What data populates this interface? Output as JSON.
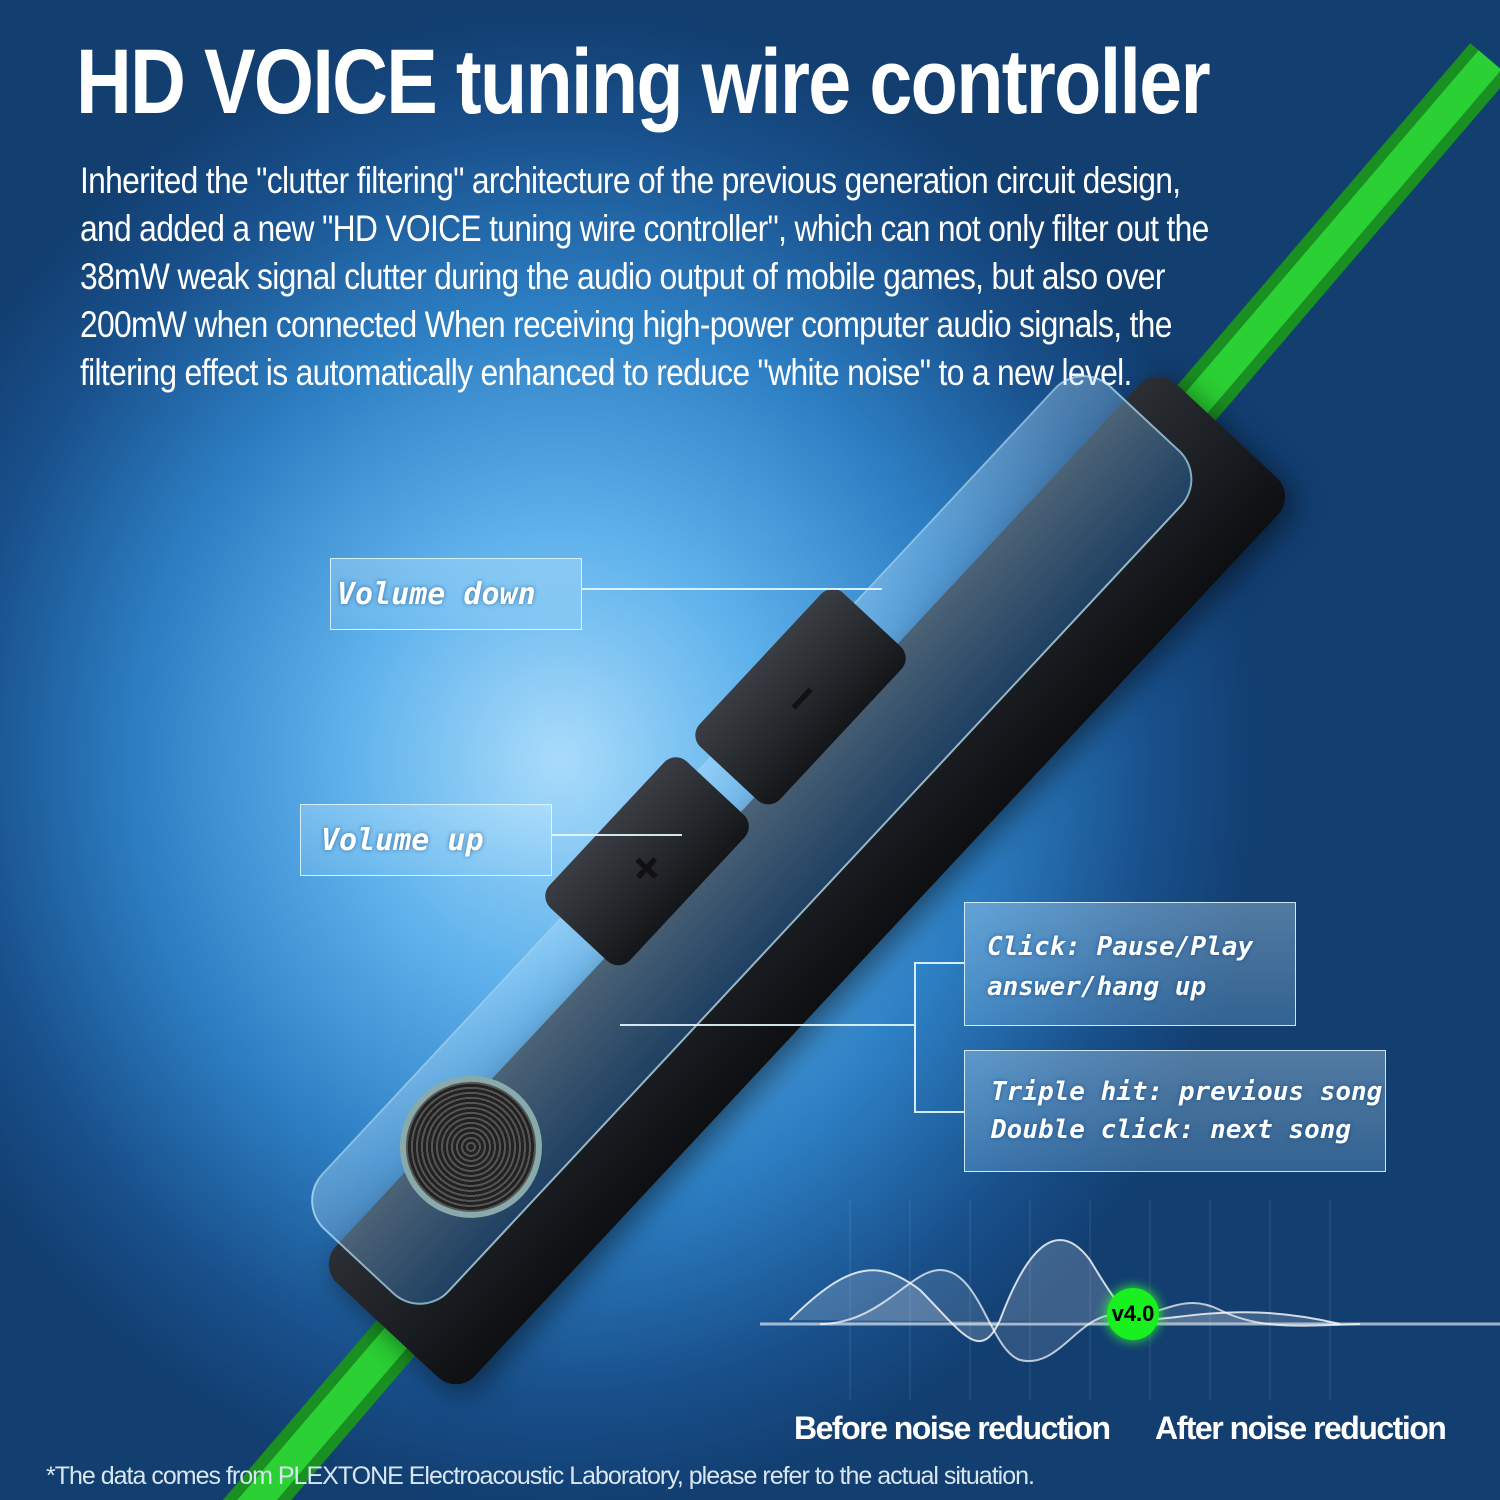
{
  "header": {
    "title": "HD VOICE tuning wire controller"
  },
  "description": {
    "lines": [
      "Inherited the \"clutter filtering\" architecture of the previous generation circuit design,",
      "and added a new \"HD VOICE tuning wire controller\", which can not only filter out the",
      "38mW weak signal clutter during the audio output of mobile games, but also over",
      " 200mW when connected When receiving high-power computer audio signals, the",
      "filtering effect is automatically enhanced to reduce \"white noise\" to a new level."
    ]
  },
  "controller": {
    "button_minus_icon": "minus-icon",
    "button_plus_icon": "plus-icon",
    "labels": {
      "volume_down": "Volume down",
      "volume_up": "Volume up",
      "click_line1": "Click: Pause/Play",
      "click_line2": "answer/hang up",
      "triple_line1": "Triple hit: previous song",
      "triple_line2": "Double click: next song"
    }
  },
  "noise": {
    "badge": "v4.0",
    "before_label": "Before noise reduction",
    "after_label": "After noise reduction"
  },
  "colors": {
    "cable": "#22c02a",
    "badge": "#18f020",
    "background": "#2d7fc4"
  },
  "footnote": "*The data comes from PLEXTONE Electroacoustic Laboratory, please refer to the actual situation."
}
